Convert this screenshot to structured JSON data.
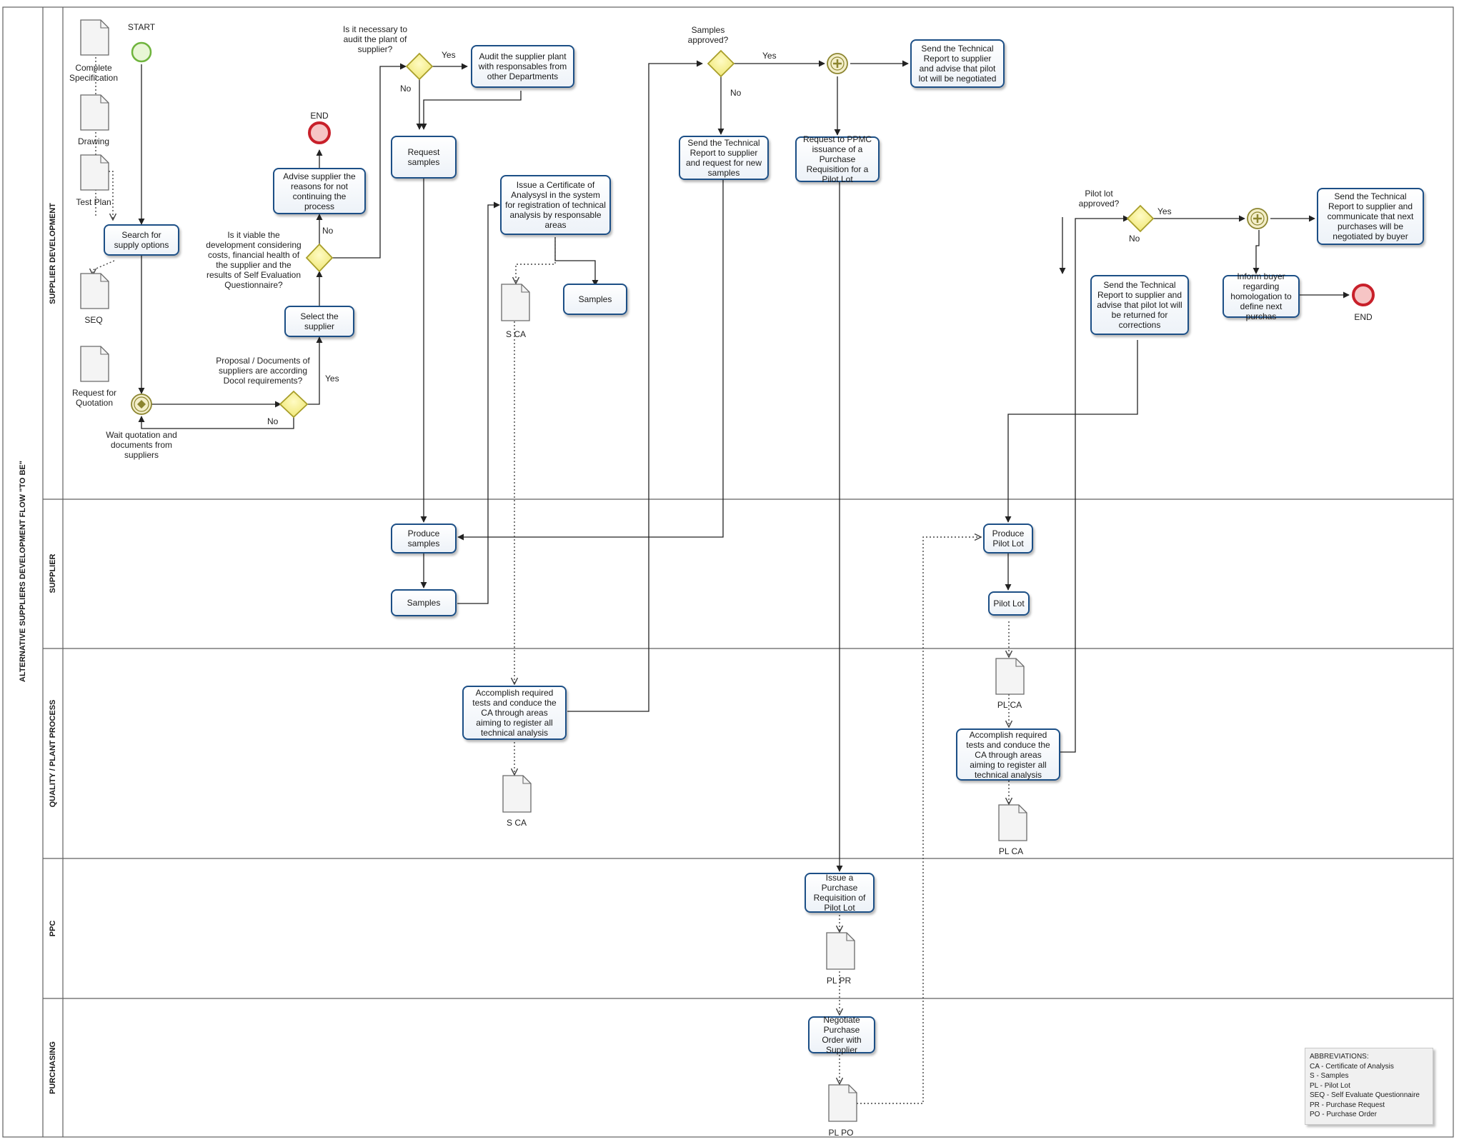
{
  "pool": {
    "name": "ALTERNATIVE SUPPLIERS DEVELOPMENT FLOW \"TO BE\""
  },
  "lanes": [
    {
      "name": "SUPPLIER DEVELOPMENT"
    },
    {
      "name": "SUPPLIER"
    },
    {
      "name": "QUALITY / PLANT PROCESS"
    },
    {
      "name": "PPC"
    },
    {
      "name": "PURCHASING"
    }
  ],
  "events": {
    "start": "START",
    "end1": "END",
    "end2": "END"
  },
  "tasks": {
    "search_supply": "Search for supply options",
    "select_supplier": "Select the supplier",
    "advise_not_continuing": "Advise supplier the reasons for not continuing the process",
    "request_samples": "Request samples",
    "audit_plant": "Audit the supplier plant with responsables from other Departments",
    "issue_certificate": "Issue a Certificate of Analysysl in the system for registration of technical analysis by responsable areas",
    "samples_sd": "Samples",
    "send_report_new_samples": "Send the Technical Report to supplier and request for new samples",
    "request_ppmc": "Request to PPMC issuance of a Purchase Requisition for a Pilot Lot",
    "send_report_pilot_negotiated": "Send the Technical Report to supplier and advise that pilot lot will be negotiated",
    "send_report_pilot_returned": "Send the Technical Report to supplier and advise that pilot lot will be returned for corrections",
    "inform_buyer": "Inform buyer regarding homologation to define next purchas",
    "send_report_next_purchases": "Send the Technical Report to supplier and communicate that next purchases will be negotiated by buyer",
    "produce_samples": "Produce samples",
    "samples_supplier": "Samples",
    "produce_pilot_lot": "Produce Pilot Lot",
    "pilot_lot": "Pilot Lot",
    "accomplish_tests_1": "Accomplish required tests and conduce the CA through areas aiming to register all technical analysis",
    "accomplish_tests_2": "Accomplish required tests and conduce the CA through areas aiming to register all technical analysis",
    "issue_purchase_req": "Issue a Purchase Requisition of Pilot Lot",
    "negotiate_po": "Negotiate Purchase Order with Supplier"
  },
  "documents": {
    "complete_spec": "Complete Specification",
    "drawing": "Drawing",
    "test_plan": "Test Plan",
    "seq": "SEQ",
    "rfq": "Request for Quotation",
    "s_ca_1": "S CA",
    "s_ca_2": "S CA",
    "pl_ca_1": "PL CA",
    "pl_ca_2": "PL CA",
    "pl_pr": "PL PR",
    "pl_po": "PL PO"
  },
  "gateways": {
    "proposal_question": "Proposal / Documents of suppliers are according Docol requirements?",
    "viable_question": "Is it viable the development considering costs, financial health of the supplier and the results of Self Evaluation Questionnaire?",
    "audit_question": "Is it necessary to audit the plant of supplier?",
    "samples_question": "Samples approved?",
    "pilot_question": "Pilot lot approved?",
    "wait_label": "Wait quotation and documents from suppliers"
  },
  "flow_labels": {
    "yes": "Yes",
    "no": "No"
  },
  "abbreviations": {
    "title": "ABBREVIATIONS:",
    "items": [
      "CA - Certificate of Analysis",
      "S - Samples",
      "PL - Pilot Lot",
      "SEQ - Self Evaluate Questionnaire",
      "PR - Purchase Request",
      "PO - Purchase Order"
    ]
  },
  "colors": {
    "task_border": "#1c4f86",
    "start_event": "#7cc04a",
    "end_event": "#c8202a",
    "gateway_fill": "#f7f28a",
    "gateway_border": "#a89e2a",
    "lane_border": "#606060"
  }
}
